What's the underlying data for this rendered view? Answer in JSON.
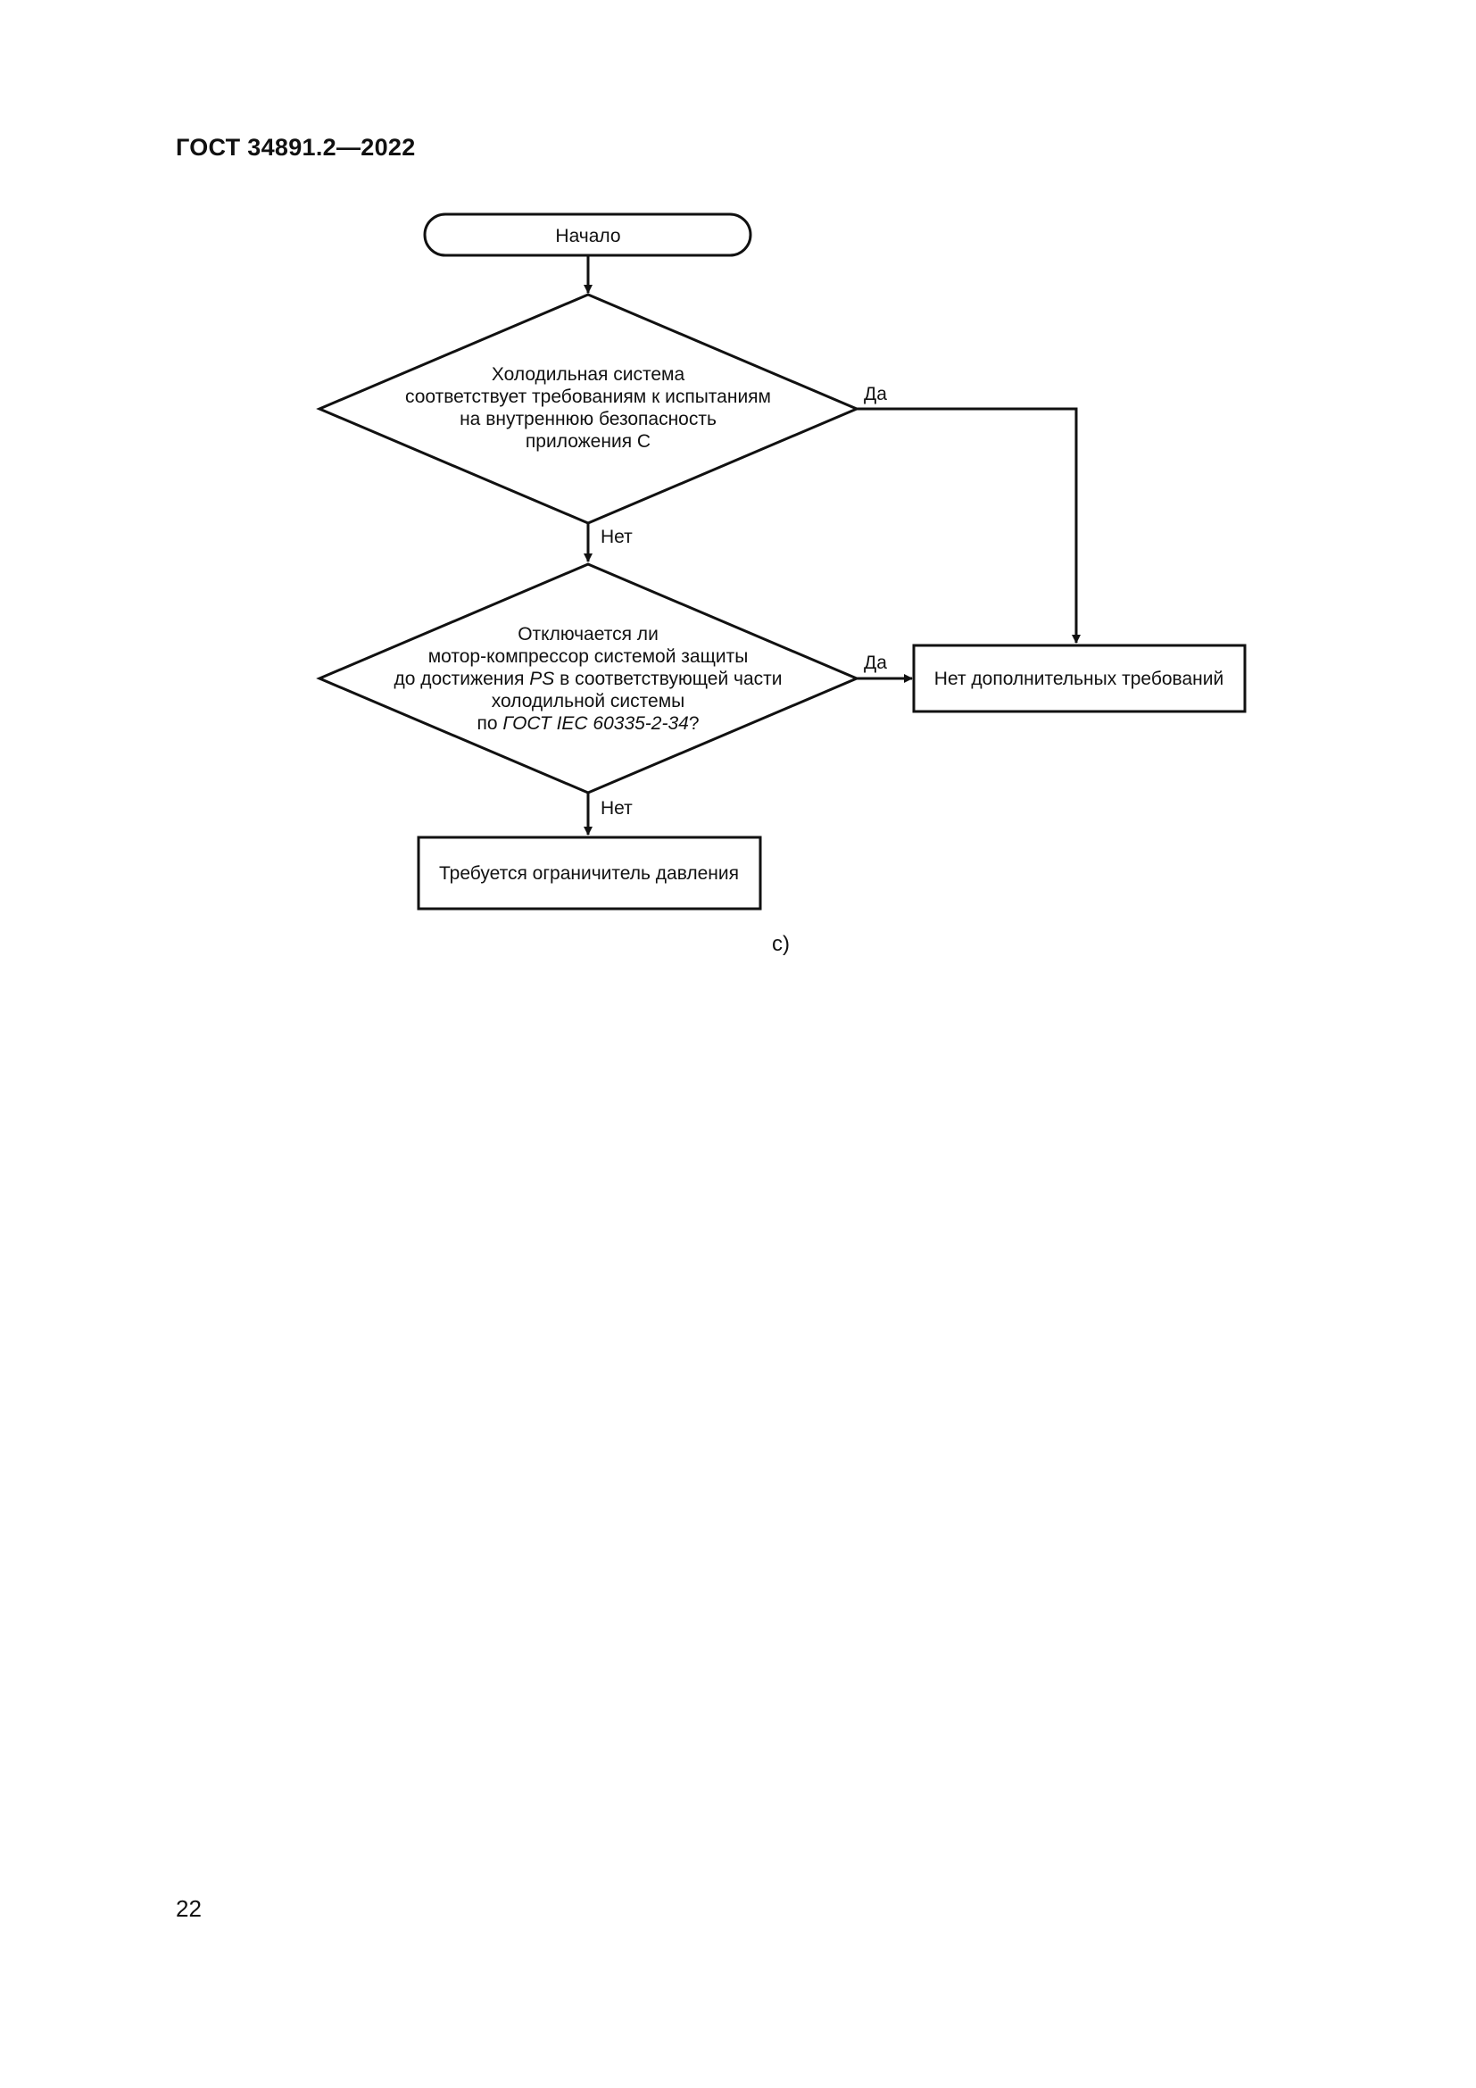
{
  "header": {
    "doc_number": "ГОСТ 34891.2—2022"
  },
  "page_number": "22",
  "flowchart": {
    "start": {
      "label": "Начало"
    },
    "decision_1": {
      "lines": [
        "Холодильная система",
        "соответствует требованиям к испытаниям",
        "на внутреннюю безопасность",
        "приложения С"
      ]
    },
    "decision_2": {
      "line1": "Отключается ли",
      "line2": "мотор-компрессор системой защиты",
      "line3_before": "до достижения ",
      "line3_italic": "PS",
      "line3_after": " в соответствующей части",
      "line4": "холодильной системы",
      "line5_before": "по ",
      "line5_italic": "ГОСТ IEC 60335-2-34",
      "line5_after": "?"
    },
    "result_no_requirements": {
      "label": "Нет дополнительных требований"
    },
    "result_pressure_limiter": {
      "label": "Требуется ограничитель давления"
    },
    "edge_labels": {
      "d1_yes": "Да",
      "d1_no": "Нет",
      "d2_yes": "Да",
      "d2_no": "Нет"
    },
    "subfigure_label": "с)"
  }
}
